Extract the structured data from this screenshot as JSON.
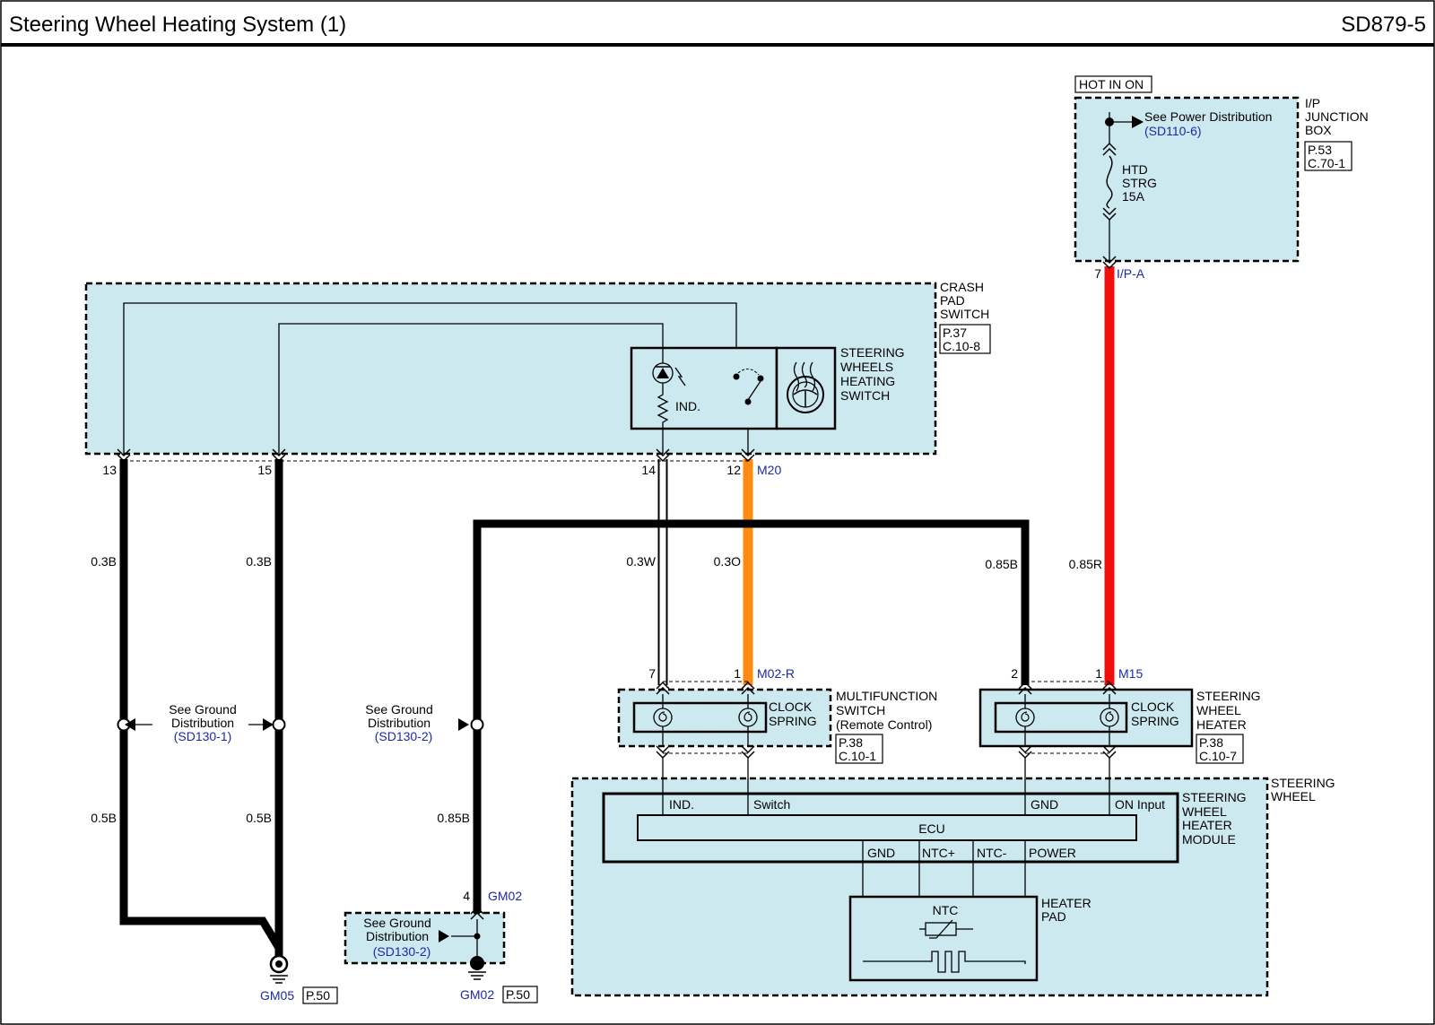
{
  "header": {
    "title": "Steering Wheel Heating System (1)",
    "code": "SD879-5"
  },
  "power": {
    "hot_label": "HOT IN ON",
    "junction_box_name": [
      "I/P",
      "JUNCTION",
      "BOX"
    ],
    "junction_box_refs": [
      "P.53",
      "C.70-1"
    ],
    "see_power": "See Power Distribution",
    "see_power_ref": "(SD110-6)",
    "fuse": [
      "HTD",
      "STRG",
      "15A"
    ],
    "pin": "7",
    "connector": "I/P-A"
  },
  "crash_pad": {
    "name": [
      "CRASH",
      "PAD",
      "SWITCH"
    ],
    "refs": [
      "P.37",
      "C.10-8"
    ],
    "switch_name": [
      "STEERING",
      "WHEELS",
      "HEATING",
      "SWITCH"
    ],
    "ind_label": "IND.",
    "pins": [
      "13",
      "15",
      "14",
      "12"
    ],
    "connector": "M20"
  },
  "wires": {
    "w13": "0.3B",
    "w15": "0.3B",
    "w13_lower": "0.5B",
    "w15_lower": "0.5B",
    "w14": "0.3W",
    "w12": "0.3O",
    "ground_wire": "0.85B",
    "ground_wire_lower": "0.85B",
    "power_wire": "0.85R",
    "colors": {
      "orange": "#ff8a12",
      "red": "#f20c0c",
      "white": "#ffffff",
      "black": "#000000"
    }
  },
  "ground_refs": {
    "left_see": [
      "See Ground",
      "Distribution"
    ],
    "left_ref": "(SD130-1)",
    "mid_see": [
      "See Ground",
      "Distribution"
    ],
    "mid_ref": "(SD130-2)",
    "box_see": [
      "See Ground",
      "Distribution"
    ],
    "box_ref": "(SD130-2)",
    "gm02_pin": "4",
    "gm02_conn": "GM02",
    "gm05": "GM05",
    "gm05_page": "P.50",
    "gm02": "GM02",
    "gm02_page": "P.50"
  },
  "multifunction": {
    "name": [
      "MULTIFUNCTION",
      "SWITCH",
      "(Remote Control)"
    ],
    "refs": [
      "P.38",
      "C.10-1"
    ],
    "clock_spring": [
      "CLOCK",
      "SPRING"
    ],
    "pins": [
      "7",
      "1"
    ],
    "connector": "M02-R"
  },
  "heater_sw": {
    "name": [
      "STEERING",
      "WHEEL",
      "HEATER"
    ],
    "refs": [
      "P.38",
      "C.10-7"
    ],
    "clock_spring": [
      "CLOCK",
      "SPRING"
    ],
    "pins": [
      "2",
      "1"
    ],
    "connector": "M15"
  },
  "steering_wheel": {
    "name": [
      "STEERING",
      "WHEEL"
    ],
    "module_name": [
      "STEERING",
      "WHEEL",
      "HEATER",
      "MODULE"
    ],
    "module_inputs": [
      "IND.",
      "Switch",
      "GND",
      "ON Input"
    ],
    "ecu": "ECU",
    "module_outputs": [
      "GND",
      "NTC+",
      "NTC-",
      "POWER"
    ],
    "heater_pad": [
      "HEATER",
      "PAD"
    ],
    "ntc": "NTC"
  }
}
